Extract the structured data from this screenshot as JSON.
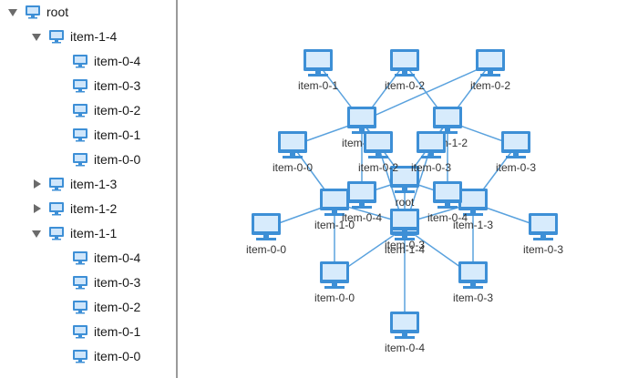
{
  "tree": {
    "rows": [
      {
        "label": "root",
        "arrow": "down",
        "depth": 0
      },
      {
        "label": "item-1-4",
        "arrow": "down",
        "depth": 1
      },
      {
        "label": "item-0-4",
        "arrow": "none",
        "depth": 2
      },
      {
        "label": "item-0-3",
        "arrow": "none",
        "depth": 2
      },
      {
        "label": "item-0-2",
        "arrow": "none",
        "depth": 2
      },
      {
        "label": "item-0-1",
        "arrow": "none",
        "depth": 2
      },
      {
        "label": "item-0-0",
        "arrow": "none",
        "depth": 2
      },
      {
        "label": "item-1-3",
        "arrow": "right",
        "depth": 1
      },
      {
        "label": "item-1-2",
        "arrow": "right",
        "depth": 1
      },
      {
        "label": "item-1-1",
        "arrow": "down",
        "depth": 1
      },
      {
        "label": "item-0-4",
        "arrow": "none",
        "depth": 2
      },
      {
        "label": "item-0-3",
        "arrow": "none",
        "depth": 2
      },
      {
        "label": "item-0-2",
        "arrow": "none",
        "depth": 2
      },
      {
        "label": "item-0-1",
        "arrow": "none",
        "depth": 2
      },
      {
        "label": "item-0-0",
        "arrow": "none",
        "depth": 2
      }
    ]
  },
  "graph": {
    "nodes": [
      {
        "id": "root",
        "label": "root"
      },
      {
        "id": "n11",
        "label": "item-1-1"
      },
      {
        "id": "n12",
        "label": "item-1-2"
      },
      {
        "id": "n13",
        "label": "item-1-3"
      },
      {
        "id": "n14",
        "label": "item-1-4"
      },
      {
        "id": "n10",
        "label": "item-1-0"
      },
      {
        "id": "a1",
        "label": "item-0-1"
      },
      {
        "id": "a2",
        "label": "item-0-2"
      },
      {
        "id": "a3",
        "label": "item-0-2"
      },
      {
        "id": "b1",
        "label": "item-0-0"
      },
      {
        "id": "b2",
        "label": "item-0-2"
      },
      {
        "id": "b3",
        "label": "item-0-3"
      },
      {
        "id": "b4",
        "label": "item-0-3"
      },
      {
        "id": "c1",
        "label": "item-0-4"
      },
      {
        "id": "c2",
        "label": "item-0-4"
      },
      {
        "id": "c3",
        "label": "item-0-3"
      },
      {
        "id": "d1",
        "label": "item-0-0"
      },
      {
        "id": "d2",
        "label": "item-0-3"
      },
      {
        "id": "e1",
        "label": "item-0-0"
      },
      {
        "id": "e2",
        "label": "item-0-3"
      },
      {
        "id": "f1",
        "label": "item-0-4"
      }
    ],
    "edges": [
      [
        "root",
        "n11"
      ],
      [
        "root",
        "n12"
      ],
      [
        "root",
        "n13"
      ],
      [
        "root",
        "n14"
      ],
      [
        "root",
        "n10"
      ],
      [
        "n11",
        "a1"
      ],
      [
        "n11",
        "a2"
      ],
      [
        "n11",
        "b1"
      ],
      [
        "n11",
        "b2"
      ],
      [
        "n11",
        "c1"
      ],
      [
        "n11",
        "a3"
      ],
      [
        "n12",
        "a3"
      ],
      [
        "n12",
        "a2"
      ],
      [
        "n12",
        "b3"
      ],
      [
        "n12",
        "b4"
      ],
      [
        "n12",
        "c2"
      ],
      [
        "n10",
        "d1"
      ],
      [
        "n10",
        "b1"
      ],
      [
        "n10",
        "c1"
      ],
      [
        "n10",
        "e1"
      ],
      [
        "n10",
        "c3"
      ],
      [
        "n13",
        "d2"
      ],
      [
        "n13",
        "b4"
      ],
      [
        "n13",
        "c2"
      ],
      [
        "n13",
        "e2"
      ],
      [
        "n13",
        "c3"
      ],
      [
        "n14",
        "e1"
      ],
      [
        "n14",
        "e2"
      ],
      [
        "n14",
        "f1"
      ],
      [
        "n14",
        "c3"
      ],
      [
        "n14",
        "b2"
      ],
      [
        "n14",
        "b3"
      ]
    ]
  },
  "colors": {
    "accent": "#3d8fd6",
    "edge": "#5aa2de",
    "arrow": "#6b6b6b",
    "divider": "#9a9a9a"
  }
}
